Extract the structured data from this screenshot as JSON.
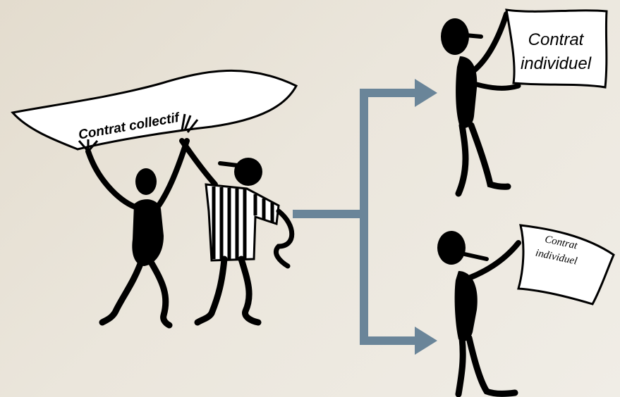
{
  "signs": {
    "collective": "Contrat collectif",
    "individual_top": [
      "Contrat",
      "individuel"
    ],
    "individual_bottom": [
      "Contrat",
      "individuel"
    ]
  },
  "colors": {
    "connector": "#6a8599",
    "figure": "#000000",
    "sign_fill": "#ffffff"
  }
}
